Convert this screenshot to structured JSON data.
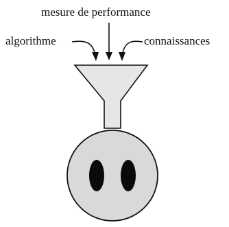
{
  "labels": {
    "performance_measure": "mesure de performance",
    "algorithm": "algorithme",
    "knowledge": "connaissances"
  },
  "colors": {
    "funnel_fill": "#e6e6e6",
    "head_fill": "#d9d9d9",
    "stroke": "#111111",
    "eyes": "#0a0a0a"
  }
}
